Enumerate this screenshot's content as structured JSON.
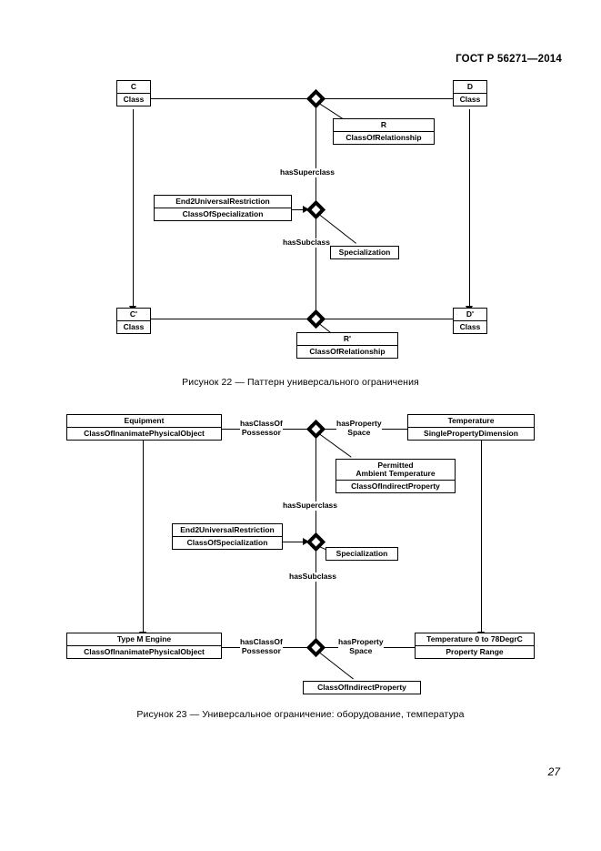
{
  "document": {
    "header": "ГОСТ Р 56271—2014",
    "page_number": "27"
  },
  "figure22": {
    "caption": "Рисунок 22 — Паттерн универсального ограничения",
    "nodes": {
      "c": {
        "title": "C",
        "type": "Class"
      },
      "d": {
        "title": "D",
        "type": "Class"
      },
      "r": {
        "title": "R",
        "type": "ClassOfRelationship"
      },
      "c2": {
        "title": "C'",
        "type": "Class"
      },
      "d2": {
        "title": "D'",
        "type": "Class"
      },
      "r2": {
        "title": "R'",
        "type": "ClassOfRelationship"
      },
      "restriction": {
        "title": "End2UniversalRestriction",
        "type": "ClassOfSpecialization"
      },
      "specialization": {
        "title": "Specialization"
      }
    },
    "labels": {
      "has_superclass": "hasSuperclass",
      "has_subclass": "hasSubclass"
    }
  },
  "figure23": {
    "caption": "Рисунок 23 — Универсальное ограничение: оборудование, температура",
    "nodes": {
      "equipment": {
        "title": "Equipment",
        "type": "ClassOfInanimatePhysicalObject"
      },
      "temperature": {
        "title": "Temperature",
        "type": "SinglePropertyDimension"
      },
      "permitted": {
        "title_line1": "Permitted",
        "title_line2": "Ambient Temperature",
        "type": "ClassOfIndirectProperty"
      },
      "engine": {
        "title": "Type M Engine",
        "type": "ClassOfInanimatePhysicalObject"
      },
      "range": {
        "title": "Temperature 0 to 78DegrC",
        "type": "Property Range"
      },
      "indirect": {
        "title": "ClassOfIndirectProperty"
      },
      "restriction": {
        "title": "End2UniversalRestriction",
        "type": "ClassOfSpecialization"
      },
      "specialization": {
        "title": "Specialization"
      }
    },
    "labels": {
      "has_class_of_possessor_top_l1": "hasClassOf",
      "has_class_of_possessor_top_l2": "Possessor",
      "has_property_space_top_l1": "hasProperty",
      "has_property_space_top_l2": "Space",
      "has_superclass": "hasSuperclass",
      "has_subclass": "hasSubclass",
      "has_class_of_possessor_bot_l1": "hasClassOf",
      "has_class_of_possessor_bot_l2": "Possessor",
      "has_property_space_bot_l1": "hasProperty",
      "has_property_space_bot_l2": "Space"
    }
  }
}
